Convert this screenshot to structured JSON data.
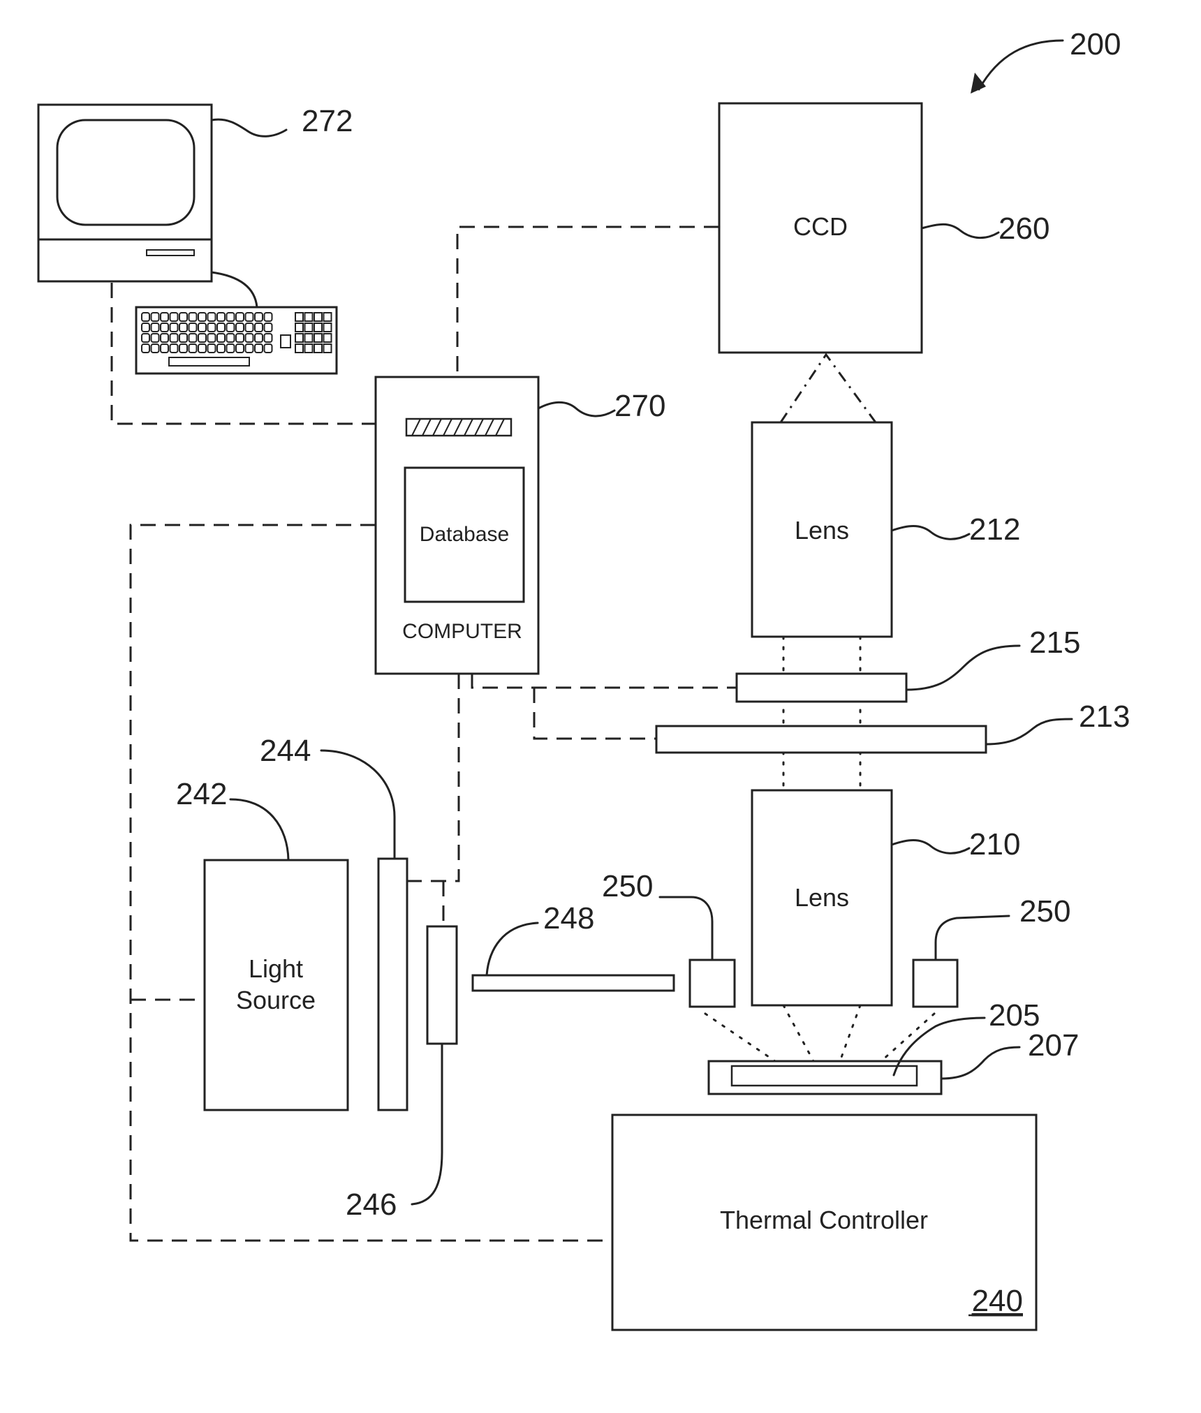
{
  "figure_number": "200",
  "components": {
    "ccd": {
      "label": "CCD",
      "ref": "260"
    },
    "lens_upper": {
      "label": "Lens",
      "ref": "212"
    },
    "lens_lower": {
      "label": "Lens",
      "ref": "210"
    },
    "computer": {
      "label": "COMPUTER",
      "sublabel": "Database",
      "ref": "270"
    },
    "monitor": {
      "ref": "272"
    },
    "filter_215": {
      "ref": "215"
    },
    "filter_213": {
      "ref": "213"
    },
    "light_source": {
      "label_line1": "Light",
      "label_line2": "Source",
      "ref": "242"
    },
    "plate_244": {
      "ref": "244"
    },
    "element_246": {
      "ref": "246"
    },
    "element_248": {
      "ref": "248"
    },
    "sensor_left": {
      "ref": "250"
    },
    "sensor_right": {
      "ref": "250"
    },
    "sample_205": {
      "ref": "205"
    },
    "holder_207": {
      "ref": "207"
    },
    "thermal_controller": {
      "label": "Thermal Controller",
      "ref": "240"
    }
  }
}
